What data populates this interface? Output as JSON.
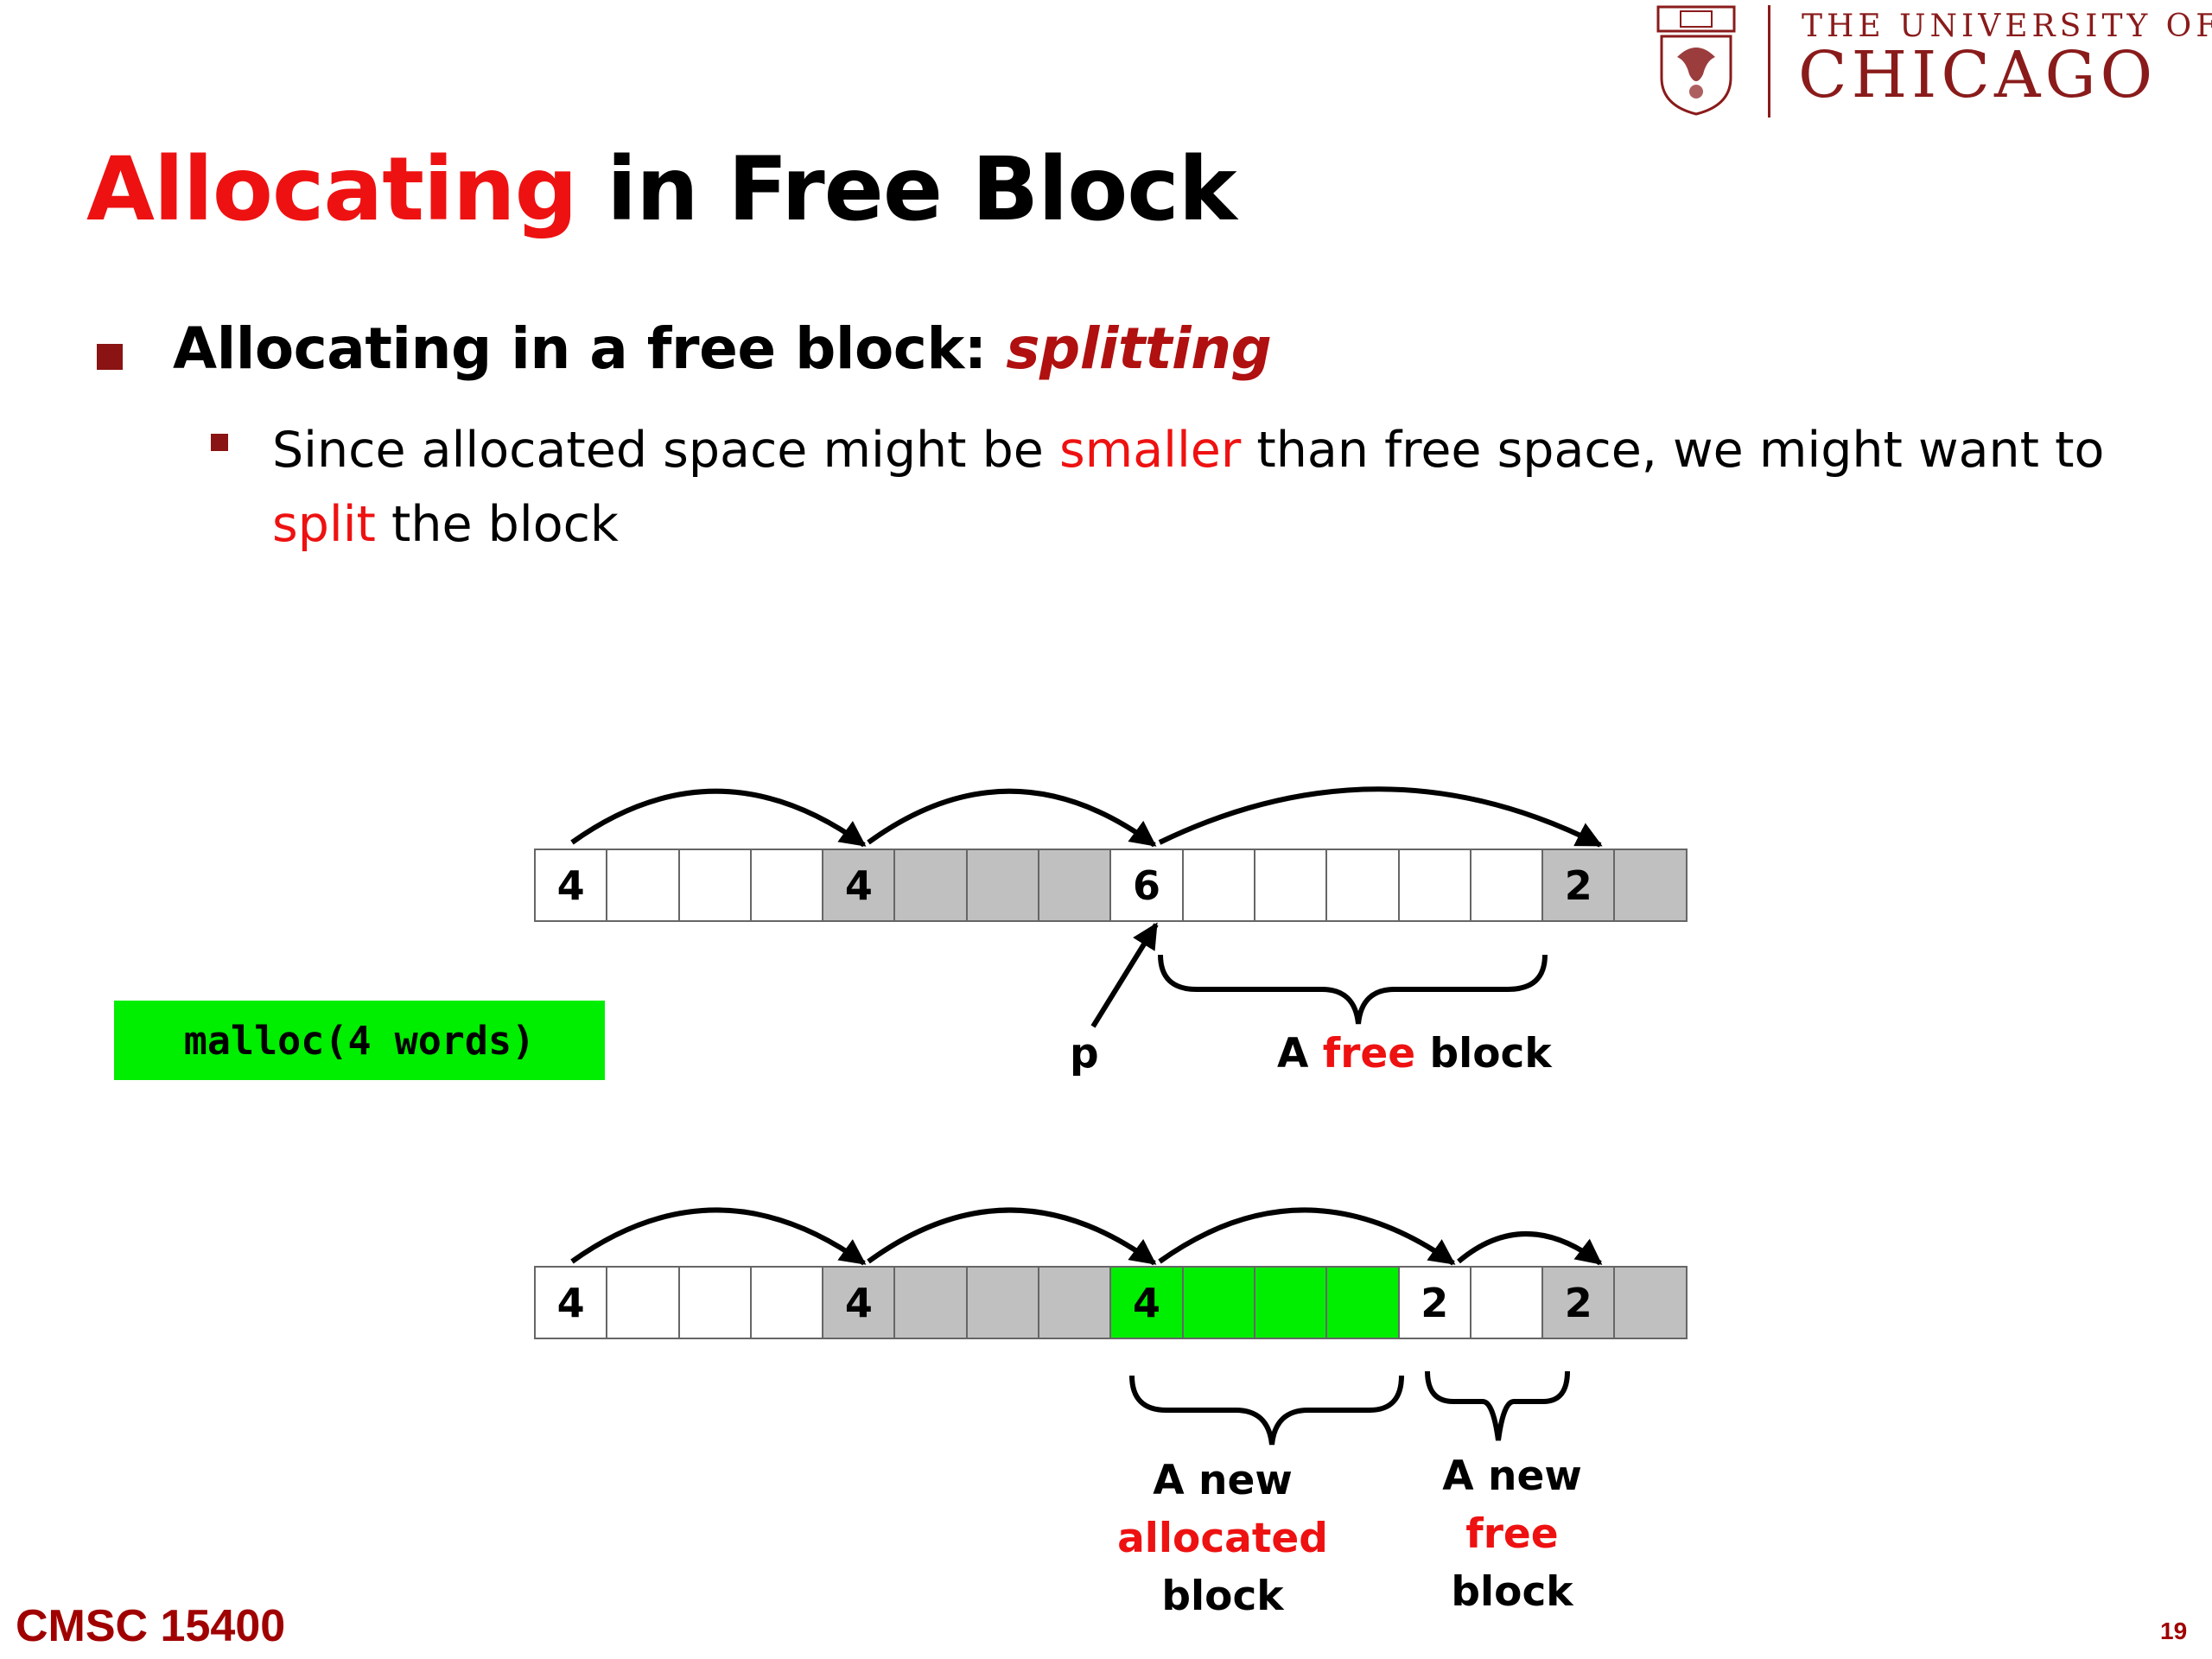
{
  "logo": {
    "line1": "THE UNIVERSITY OF",
    "line2": "CHICAGO"
  },
  "title": {
    "highlight": "Allocating",
    "rest": "in Free Block"
  },
  "bullet1": {
    "text": "Allocating in a free block: ",
    "emphasis": "splitting"
  },
  "bullet2": {
    "part1": "Since allocated space might be ",
    "red1": "smaller",
    "part2": " than free space, we might want to ",
    "red2": "split",
    "part3": " the block"
  },
  "heap_before": [
    {
      "label": "4",
      "fill": "white"
    },
    {
      "label": "",
      "fill": "white"
    },
    {
      "label": "",
      "fill": "white"
    },
    {
      "label": "",
      "fill": "white"
    },
    {
      "label": "4",
      "fill": "gray"
    },
    {
      "label": "",
      "fill": "gray"
    },
    {
      "label": "",
      "fill": "gray"
    },
    {
      "label": "",
      "fill": "gray"
    },
    {
      "label": "6",
      "fill": "white"
    },
    {
      "label": "",
      "fill": "white"
    },
    {
      "label": "",
      "fill": "white"
    },
    {
      "label": "",
      "fill": "white"
    },
    {
      "label": "",
      "fill": "white"
    },
    {
      "label": "",
      "fill": "white"
    },
    {
      "label": "2",
      "fill": "gray"
    },
    {
      "label": "",
      "fill": "gray"
    }
  ],
  "heap_after": [
    {
      "label": "4",
      "fill": "white"
    },
    {
      "label": "",
      "fill": "white"
    },
    {
      "label": "",
      "fill": "white"
    },
    {
      "label": "",
      "fill": "white"
    },
    {
      "label": "4",
      "fill": "gray"
    },
    {
      "label": "",
      "fill": "gray"
    },
    {
      "label": "",
      "fill": "gray"
    },
    {
      "label": "",
      "fill": "gray"
    },
    {
      "label": "4",
      "fill": "green"
    },
    {
      "label": "",
      "fill": "green"
    },
    {
      "label": "",
      "fill": "green"
    },
    {
      "label": "",
      "fill": "green"
    },
    {
      "label": "2",
      "fill": "white"
    },
    {
      "label": "",
      "fill": "white"
    },
    {
      "label": "2",
      "fill": "gray"
    },
    {
      "label": "",
      "fill": "gray"
    }
  ],
  "malloc": "malloc(4 words)",
  "labels": {
    "p": "p",
    "free_a": "A ",
    "free_word": "free",
    "free_b": " block",
    "alloc_1": "A new",
    "alloc_2": "allocated",
    "alloc_3": "block",
    "newfree_1": "A new",
    "newfree_2": "free",
    "newfree_3": "block"
  },
  "footer": "CMSC 15400",
  "page_number": "19",
  "colors": {
    "title_red": "#ee1111",
    "bullet_red": "#8a1313",
    "allocated_green": "#00ee00",
    "free_gray": "#c0c0c0",
    "logo_maroon": "#8a1b1b"
  }
}
